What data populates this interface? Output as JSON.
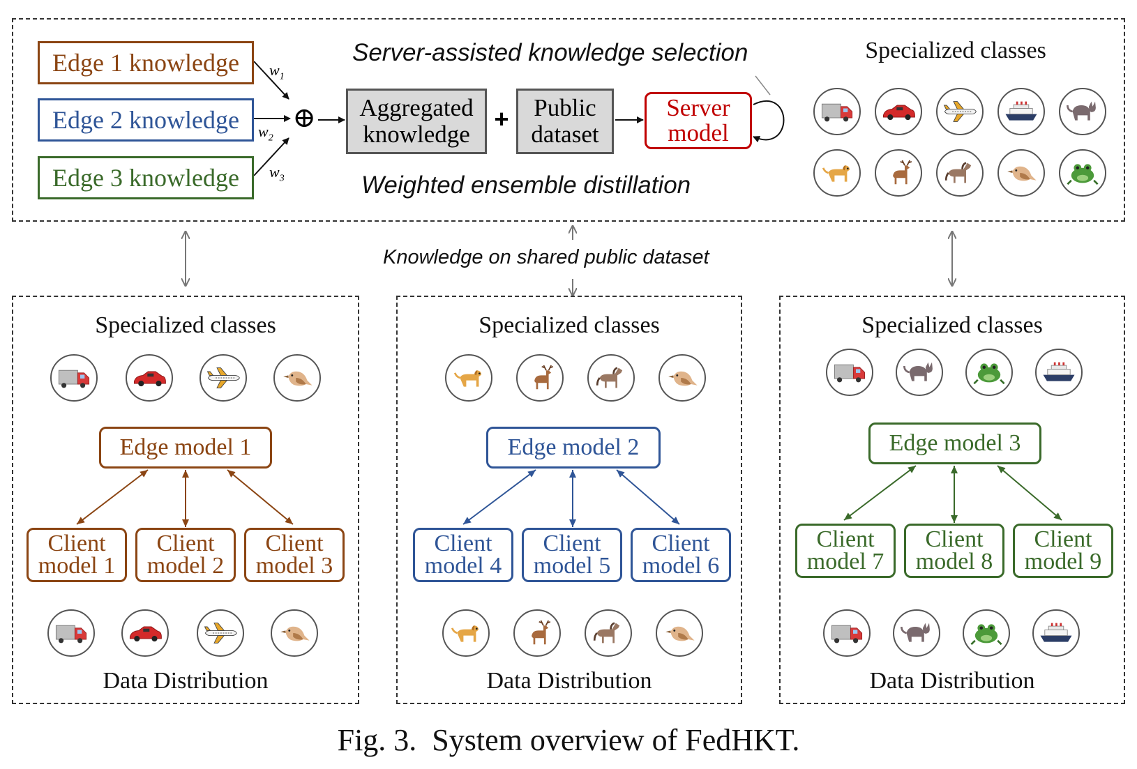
{
  "edges": [
    {
      "label": "Edge 1 knowledge",
      "weight": "w",
      "sub": "1"
    },
    {
      "label": "Edge 2 knowledge",
      "weight": "w",
      "sub": "2"
    },
    {
      "label": "Edge 3 knowledge",
      "weight": "w",
      "sub": "3"
    }
  ],
  "server": {
    "selection_label": "Server-assisted knowledge selection",
    "distillation_label": "Weighted ensemble distillation",
    "aggregated": [
      "Aggregated",
      "knowledge"
    ],
    "plus": "+",
    "public": [
      "Public",
      "dataset"
    ],
    "model": [
      "Server",
      "model"
    ],
    "specialized_title": "Specialized classes",
    "sum_symbol": "⊕"
  },
  "shared_label": "Knowledge on shared public dataset",
  "groups": [
    {
      "specialized_title": "Specialized classes",
      "edge_model": "Edge model 1",
      "clients": [
        [
          "Client",
          "model 1"
        ],
        [
          "Client",
          "model 2"
        ],
        [
          "Client",
          "model 3"
        ]
      ],
      "data_label": "Data Distribution"
    },
    {
      "specialized_title": "Specialized classes",
      "edge_model": "Edge model 2",
      "clients": [
        [
          "Client",
          "model 4"
        ],
        [
          "Client",
          "model 5"
        ],
        [
          "Client",
          "model 6"
        ]
      ],
      "data_label": "Data Distribution"
    },
    {
      "specialized_title": "Specialized classes",
      "edge_model": "Edge model 3",
      "clients": [
        [
          "Client",
          "model 7"
        ],
        [
          "Client",
          "model 8"
        ],
        [
          "Client",
          "model 9"
        ]
      ],
      "data_label": "Data Distribution"
    }
  ],
  "caption": "Fig. 3.  System overview of FedHKT.",
  "colors": {
    "edge1": "#8b4513",
    "edge2": "#2f5597",
    "edge3": "#3a6a2a",
    "server": "#c00000"
  }
}
